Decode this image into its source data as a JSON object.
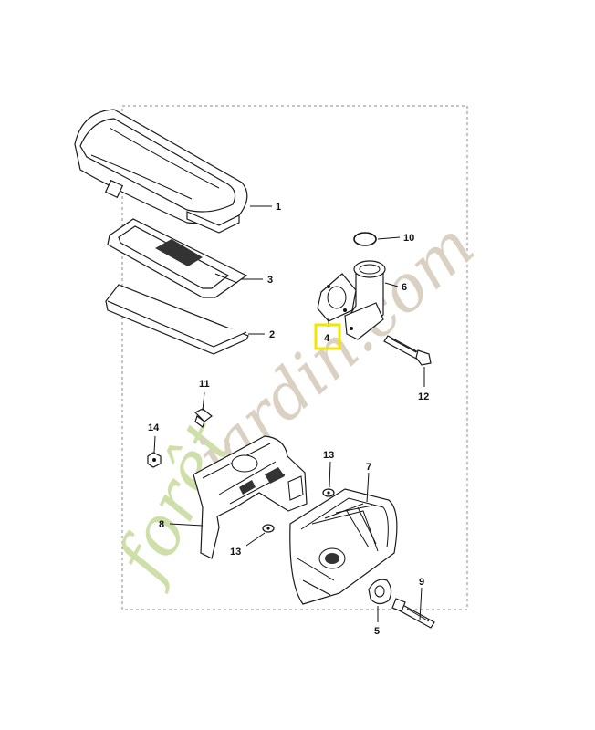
{
  "watermark": {
    "left_text": "forêt",
    "right_text": "jardin.com",
    "color_green": "#c9dca0",
    "color_brown": "#d7cdbd",
    "color_orange": "#f4b67a"
  },
  "highlight_color": "#f2e600",
  "callouts": [
    {
      "id": "c1",
      "label": "1"
    },
    {
      "id": "c2",
      "label": "2"
    },
    {
      "id": "c3",
      "label": "3"
    },
    {
      "id": "c4",
      "label": "4"
    },
    {
      "id": "c5",
      "label": "5"
    },
    {
      "id": "c6",
      "label": "6"
    },
    {
      "id": "c7",
      "label": "7"
    },
    {
      "id": "c8",
      "label": "8"
    },
    {
      "id": "c9",
      "label": "9"
    },
    {
      "id": "c10",
      "label": "10"
    },
    {
      "id": "c11",
      "label": "11"
    },
    {
      "id": "c12",
      "label": "12"
    },
    {
      "id": "c13a",
      "label": "13"
    },
    {
      "id": "c13b",
      "label": "13"
    },
    {
      "id": "c14",
      "label": "14"
    }
  ]
}
